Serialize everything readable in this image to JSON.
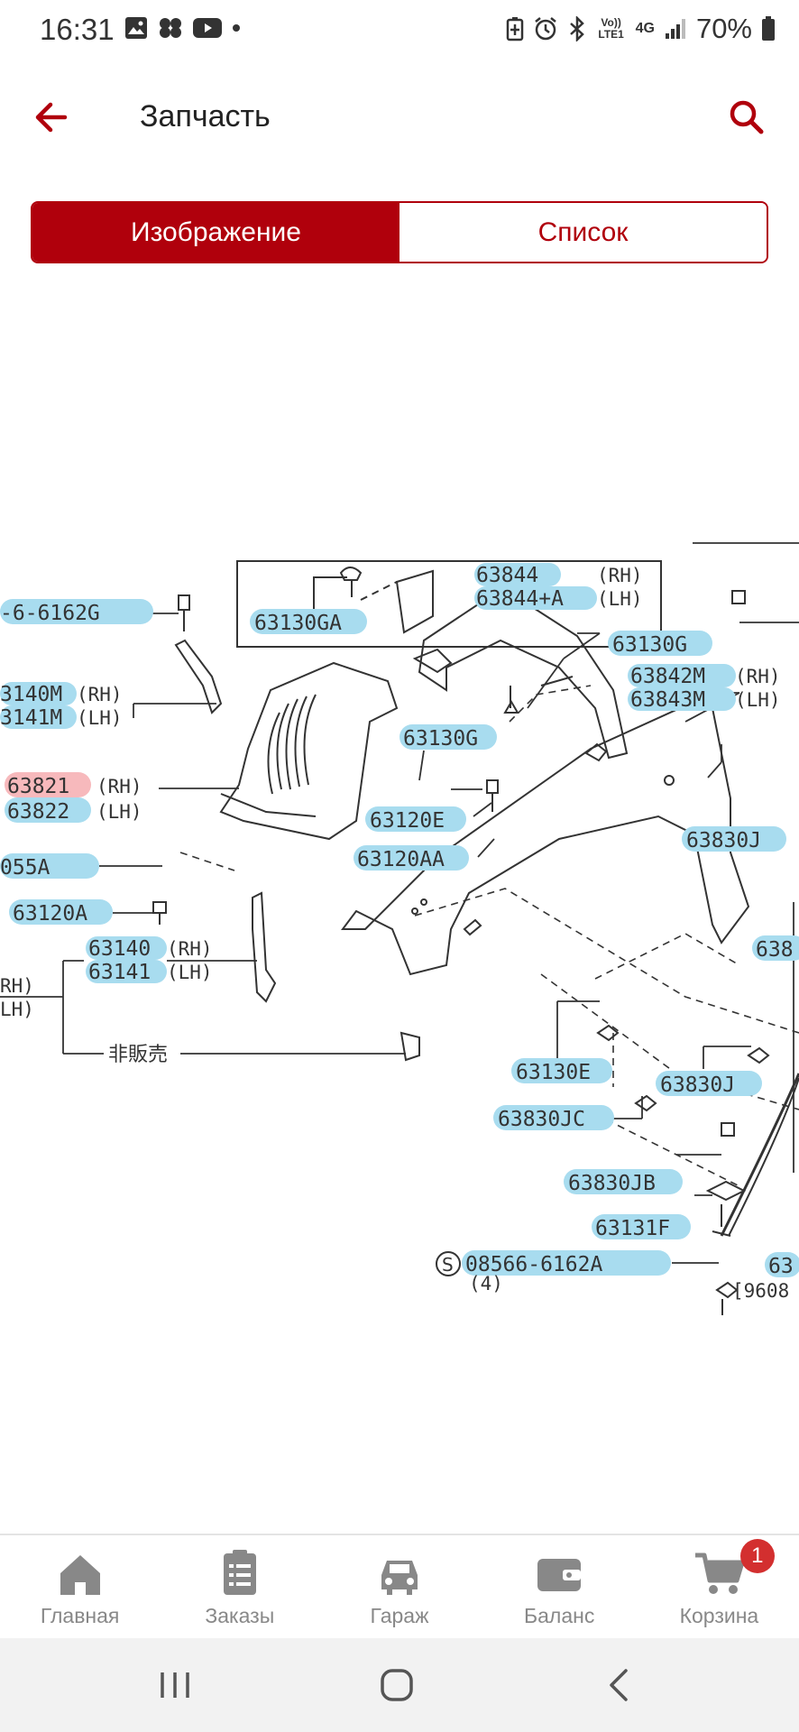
{
  "status_bar": {
    "time": "16:31",
    "left_icons": [
      "gallery-icon",
      "flower-icon",
      "youtube-icon",
      "dot-icon"
    ],
    "right_icons": [
      "battery-saver-icon",
      "alarm-icon",
      "bluetooth-icon",
      "volte-icon",
      "4g-icon",
      "signal-icon"
    ],
    "volte": "Vo)) LTE1",
    "network": "4G",
    "battery": "70%"
  },
  "app_bar": {
    "title": "Запчасть",
    "back_icon": "arrow-left-icon",
    "search_icon": "search-icon",
    "accent": "#b0000c"
  },
  "segmented": {
    "tabs": [
      {
        "label": "Изображение",
        "active": true
      },
      {
        "label": "Список",
        "active": false
      }
    ]
  },
  "diagram": {
    "labels": {
      "l63844": "63844",
      "l63844a": "63844+A",
      "l63130ga": "63130GA",
      "l08566g": "-6-6162G",
      "l63130g_a": "63130G",
      "l63842m": "63842M",
      "l63843m": "63843M",
      "l63140m": "3140M",
      "l63141m": "3141M",
      "l63130g_b": "63130G",
      "l63821": "63821",
      "l63822": "63822",
      "l63120e": "63120E",
      "l63830j_a": "63830J",
      "l055a": "055A",
      "l63120aa": "63120AA",
      "l63120a": "63120A",
      "l63140": "63140",
      "l63141": "63141",
      "l638x": "638",
      "l63130e": "63130E",
      "l63830j_b": "63830J",
      "l63830jc": "63830JC",
      "l63830jb": "63830JB",
      "l63131f": "63131F",
      "l08566a": "08566-6162A",
      "l63x": "63"
    },
    "side": {
      "rh": "(RH)",
      "lh": "(LH)",
      "rh_cut": "RH)",
      "lh_cut": "LH)",
      "not_sold": "非販売",
      "qty4": "(4)",
      "s_mark": "S",
      "code_cut": "[9608"
    },
    "highlight_color": "#a8dcef",
    "selected_color": "#f7b9bc"
  },
  "bottom_nav": {
    "items": [
      {
        "label": "Главная",
        "icon": "home-icon"
      },
      {
        "label": "Заказы",
        "icon": "orders-icon"
      },
      {
        "label": "Гараж",
        "icon": "car-icon"
      },
      {
        "label": "Баланс",
        "icon": "wallet-icon"
      },
      {
        "label": "Корзина",
        "icon": "cart-icon",
        "badge": "1"
      }
    ]
  },
  "system_nav": {
    "recents_icon": "recents-icon",
    "home_icon": "home-circle-icon",
    "back_icon": "back-chevron-icon"
  }
}
